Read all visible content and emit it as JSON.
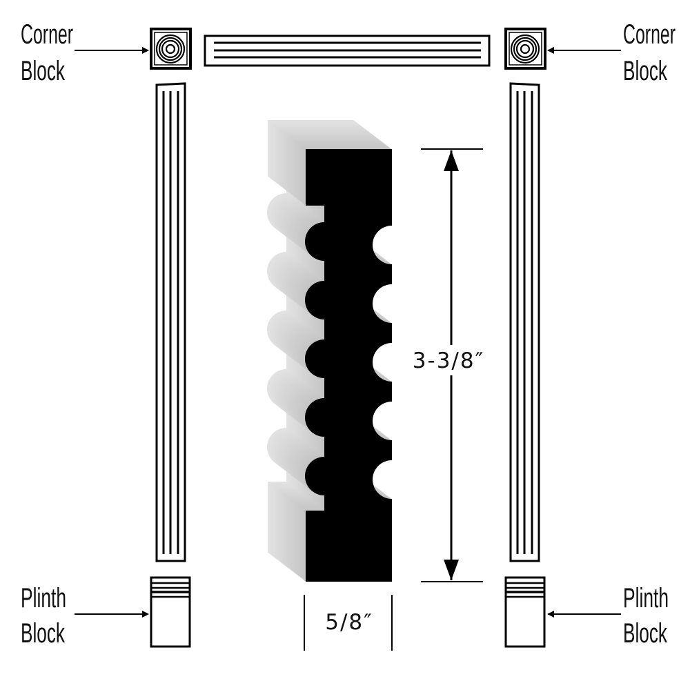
{
  "labels": {
    "corner_left": [
      "Corner",
      "Block"
    ],
    "corner_right": [
      "Corner",
      "Block"
    ],
    "plinth_left": [
      "Plinth",
      "Block"
    ],
    "plinth_right": [
      "Plinth",
      "Block"
    ]
  },
  "dimensions": {
    "height": "3-3/8″",
    "width": "5/8″"
  },
  "colors": {
    "ink": "#000000",
    "face_light": "#e2e2e2",
    "face_dark": "#bdbdbd"
  }
}
